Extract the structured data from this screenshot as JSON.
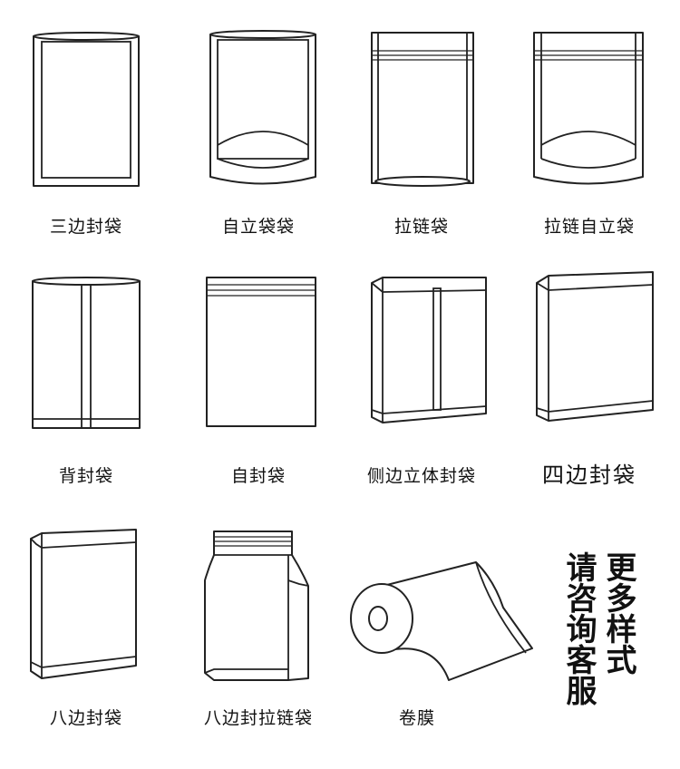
{
  "items": [
    {
      "label": "三边封袋",
      "icon": "three-side-seal-bag-icon"
    },
    {
      "label": "自立袋袋",
      "icon": "stand-up-pouch-icon"
    },
    {
      "label": "拉链袋",
      "icon": "zipper-bag-icon"
    },
    {
      "label": "拉链自立袋",
      "icon": "zipper-stand-up-pouch-icon"
    },
    {
      "label": "背封袋",
      "icon": "back-seal-bag-icon"
    },
    {
      "label": "自封袋",
      "icon": "self-seal-bag-icon"
    },
    {
      "label": "侧边立体封袋",
      "icon": "side-gusset-bag-icon"
    },
    {
      "label": "四边封袋",
      "icon": "four-side-seal-bag-icon"
    },
    {
      "label": "八边封袋",
      "icon": "eight-side-seal-bag-icon"
    },
    {
      "label": "八边封拉链袋",
      "icon": "eight-side-zipper-bag-icon"
    },
    {
      "label": "卷膜",
      "icon": "film-roll-icon"
    }
  ],
  "side_note": {
    "line1": "更多样式",
    "line2": "请咨询客服"
  }
}
